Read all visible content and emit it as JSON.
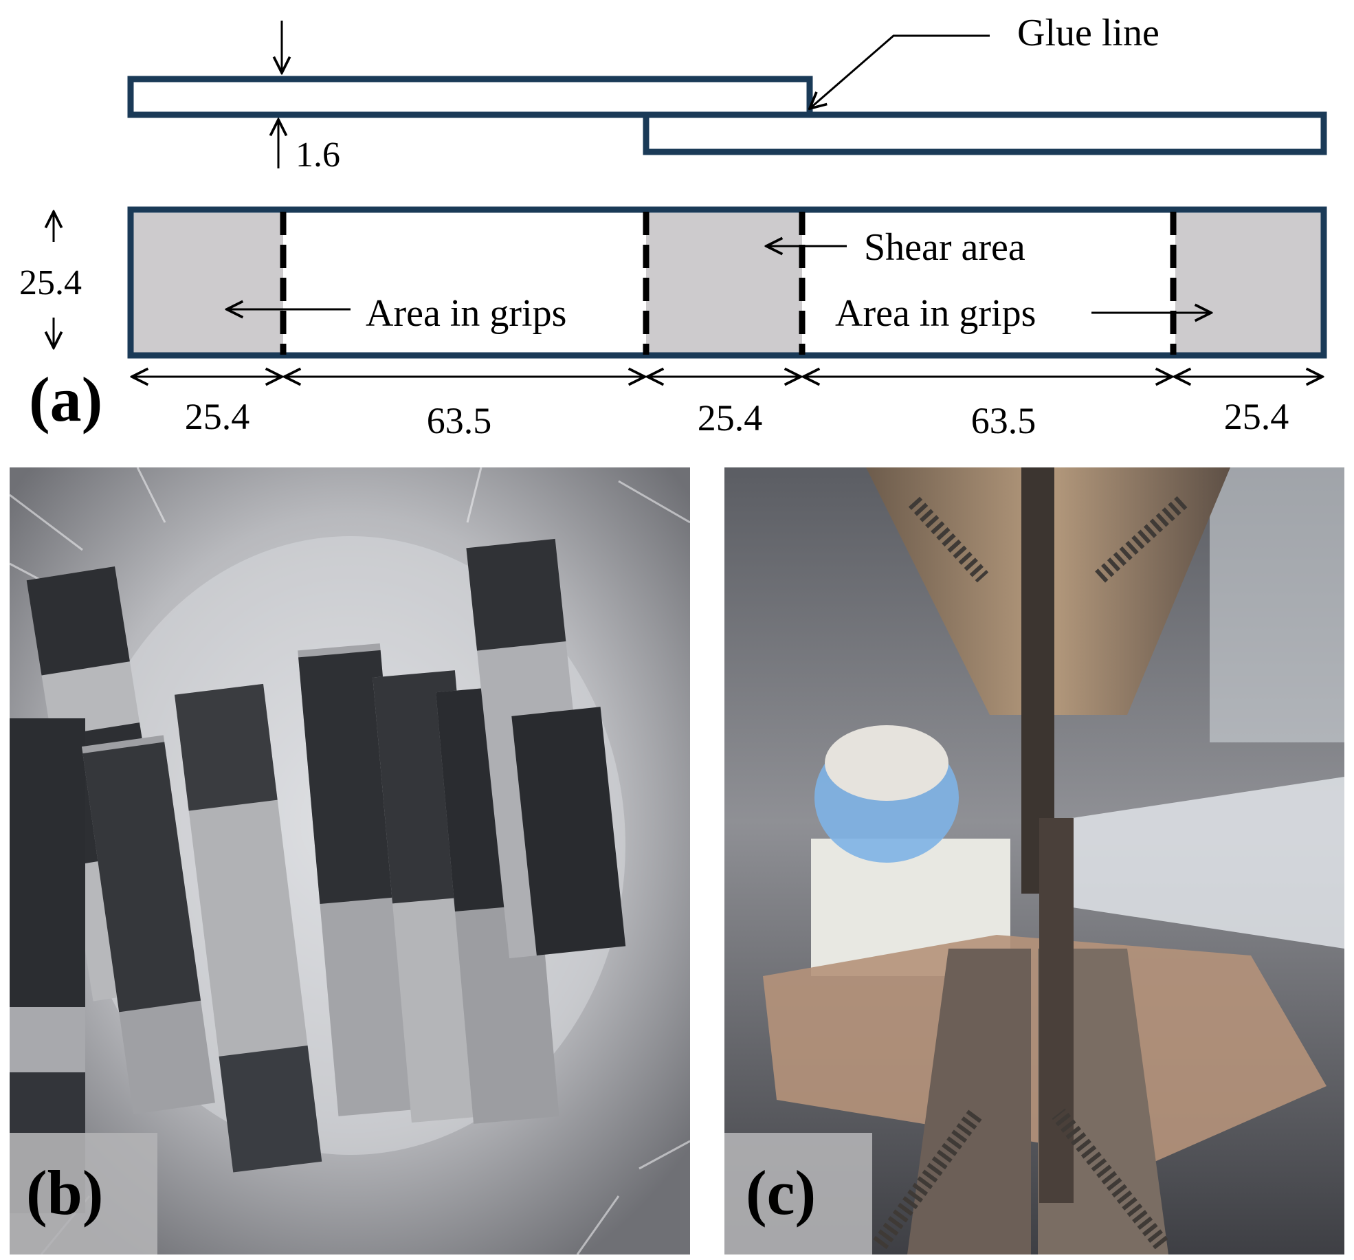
{
  "panel_a": {
    "letter": "(a)",
    "glue_label": "Glue line",
    "thickness_label": "1.6",
    "width_label": "25.4",
    "shear_label": "Shear area",
    "grip_label_left": "Area in grips",
    "grip_label_right": "Area in grips",
    "dimensions": [
      "25.4",
      "63.5",
      "25.4",
      "63.5",
      "25.4"
    ]
  },
  "panel_b": {
    "letter": "(b)"
  },
  "panel_c": {
    "letter": "(c)"
  },
  "colors": {
    "outline": "#1a3a57",
    "grip_fill": "#cdcbcd",
    "foil": "#c9c9cc",
    "specimen": "#2d2f33",
    "lab_bg": "#6d6f75",
    "machine": "#8a7c70"
  }
}
